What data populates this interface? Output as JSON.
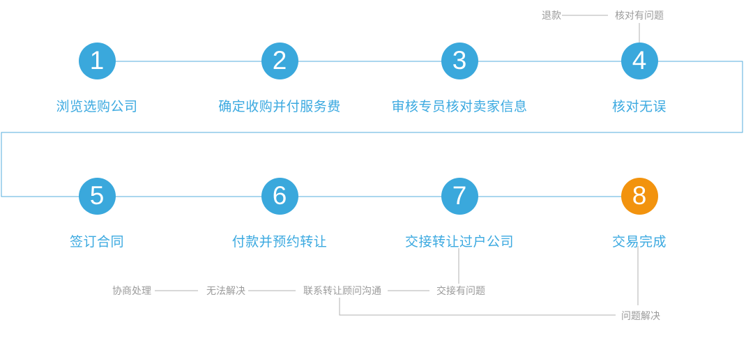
{
  "diagram": {
    "title_hint": "company-purchase-flow",
    "steps": [
      {
        "num": "1",
        "label": "浏览选购公司",
        "accent": "blue"
      },
      {
        "num": "2",
        "label": "确定收购并付服务费",
        "accent": "blue"
      },
      {
        "num": "3",
        "label": "审核专员核对卖家信息",
        "accent": "blue"
      },
      {
        "num": "4",
        "label": "核对无误",
        "accent": "blue"
      },
      {
        "num": "5",
        "label": "签订合同",
        "accent": "blue"
      },
      {
        "num": "6",
        "label": "付款并预约转让",
        "accent": "blue"
      },
      {
        "num": "7",
        "label": "交接转让过户公司",
        "accent": "blue"
      },
      {
        "num": "8",
        "label": "交易完成",
        "accent": "orange"
      }
    ],
    "annotations": {
      "refund": "退款",
      "check_problem": "核对有问题",
      "negotiate": "协商处理",
      "cannot_resolve": "无法解决",
      "contact_advisor": "联系转让顾问沟通",
      "handover_problem": "交接有问题",
      "problem_solved": "问题解决"
    },
    "colors": {
      "step_blue": "#3AA8DC",
      "step_orange": "#F2930E",
      "label_blue": "#3BA9E0",
      "line_blue": "#55AEDC",
      "gray_text": "#9B9B9B",
      "gray_line": "#B0B0B0"
    }
  }
}
